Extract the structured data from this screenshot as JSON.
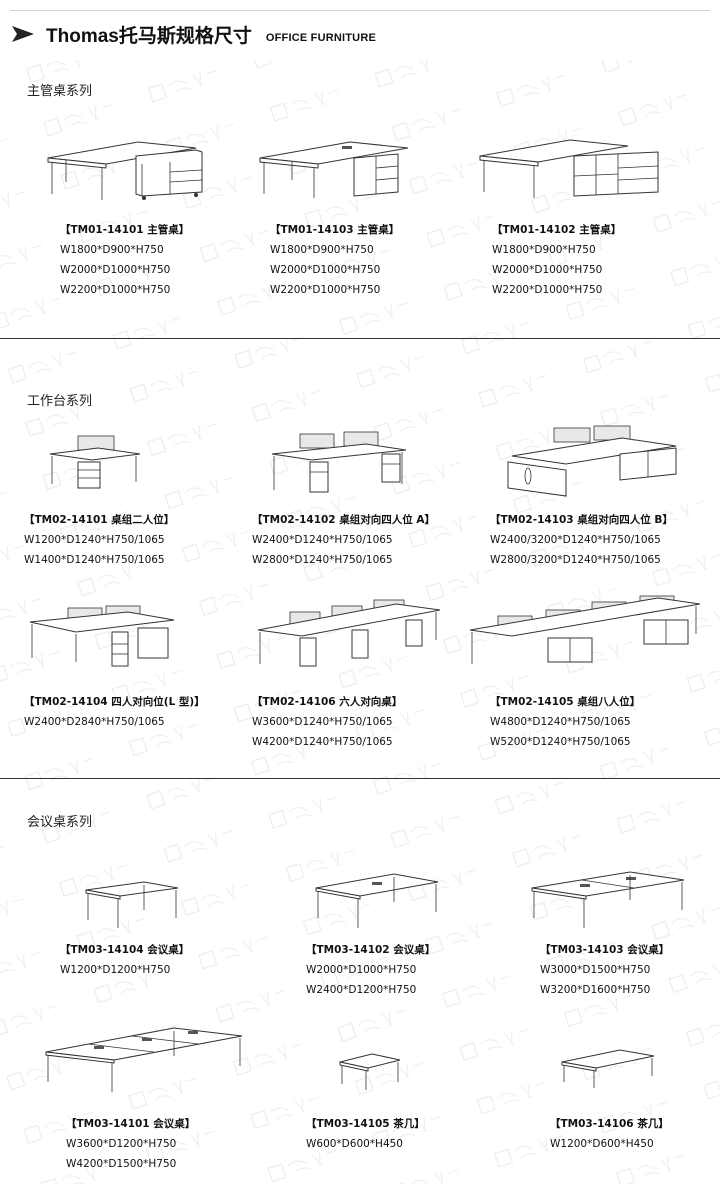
{
  "header": {
    "title": "Thomas托马斯规格尺寸",
    "subtitle": "OFFICE FURNITURE"
  },
  "sections": [
    {
      "title": "主管桌系列"
    },
    {
      "title": "工作台系列"
    },
    {
      "title": "会议桌系列"
    }
  ],
  "products": [
    {
      "code": "【TM01-14101 主管桌】",
      "specs": [
        "W1800*D900*H750",
        "W2000*D1000*H750",
        "W2200*D1000*H750"
      ]
    },
    {
      "code": "【TM01-14103 主管桌】",
      "specs": [
        "W1800*D900*H750",
        "W2000*D1000*H750",
        "W2200*D1000*H750"
      ]
    },
    {
      "code": "【TM01-14102 主管桌】",
      "specs": [
        "W1800*D900*H750",
        "W2000*D1000*H750",
        "W2200*D1000*H750"
      ]
    },
    {
      "code": "【TM02-14101 桌组二人位】",
      "specs": [
        "W1200*D1240*H750/1065",
        "W1400*D1240*H750/1065"
      ]
    },
    {
      "code": "【TM02-14102 桌组对向四人位 A】",
      "specs": [
        "W2400*D1240*H750/1065",
        "W2800*D1240*H750/1065"
      ]
    },
    {
      "code": "【TM02-14103 桌组对向四人位 B】",
      "specs": [
        "W2400/3200*D1240*H750/1065",
        "W2800/3200*D1240*H750/1065"
      ]
    },
    {
      "code": "【TM02-14104 四人对向位(L 型)】",
      "specs": [
        "W2400*D2840*H750/1065"
      ]
    },
    {
      "code": "【TM02-14106 六人对向桌】",
      "specs": [
        "W3600*D1240*H750/1065",
        "W4200*D1240*H750/1065"
      ]
    },
    {
      "code": "【TM02-14105 桌组八人位】",
      "specs": [
        "W4800*D1240*H750/1065",
        "W5200*D1240*H750/1065"
      ]
    },
    {
      "code": "【TM03-14104 会议桌】",
      "specs": [
        "W1200*D1200*H750"
      ]
    },
    {
      "code": "【TM03-14102 会议桌】",
      "specs": [
        "W2000*D1000*H750",
        "W2400*D1200*H750"
      ]
    },
    {
      "code": "【TM03-14103 会议桌】",
      "specs": [
        "W3000*D1500*H750",
        "W3200*D1600*H750"
      ]
    },
    {
      "code": "【TM03-14101 会议桌】",
      "specs": [
        "W3600*D1200*H750",
        "W4200*D1500*H750"
      ]
    },
    {
      "code": "【TM03-14105 茶几】",
      "specs": [
        "W600*D600*H450"
      ]
    },
    {
      "code": "【TM03-14106 茶几】",
      "specs": [
        "W1200*D600*H450"
      ]
    }
  ]
}
